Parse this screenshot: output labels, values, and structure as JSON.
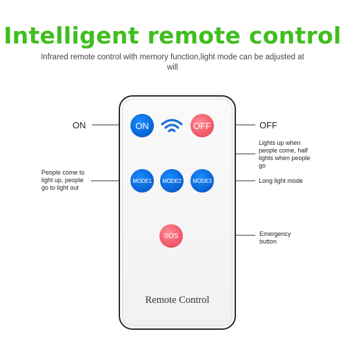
{
  "header": {
    "title": "Intelligent remote control",
    "subtitle": "Infrared remote control with memory function,light mode can be adjusted at will"
  },
  "remote": {
    "label": "Remote Control",
    "buttons": {
      "on": "ON",
      "off": "OFF",
      "mode1": "MODE1",
      "mode2": "MODE2",
      "mode3": "MODE3",
      "sos": "SOS"
    },
    "icons": [
      "wifi-signal-icon"
    ]
  },
  "callouts": {
    "on": "ON",
    "off": "OFF",
    "mode1": "People come to light up, people go to light out",
    "mode2": "Lights up when people come, half lights when people go",
    "mode3": "Long light mode",
    "sos": "Emergency button"
  },
  "colors": {
    "title": "#3fbe1e",
    "blue_button": "#0a66d8",
    "red_button": "#f25a6a"
  }
}
